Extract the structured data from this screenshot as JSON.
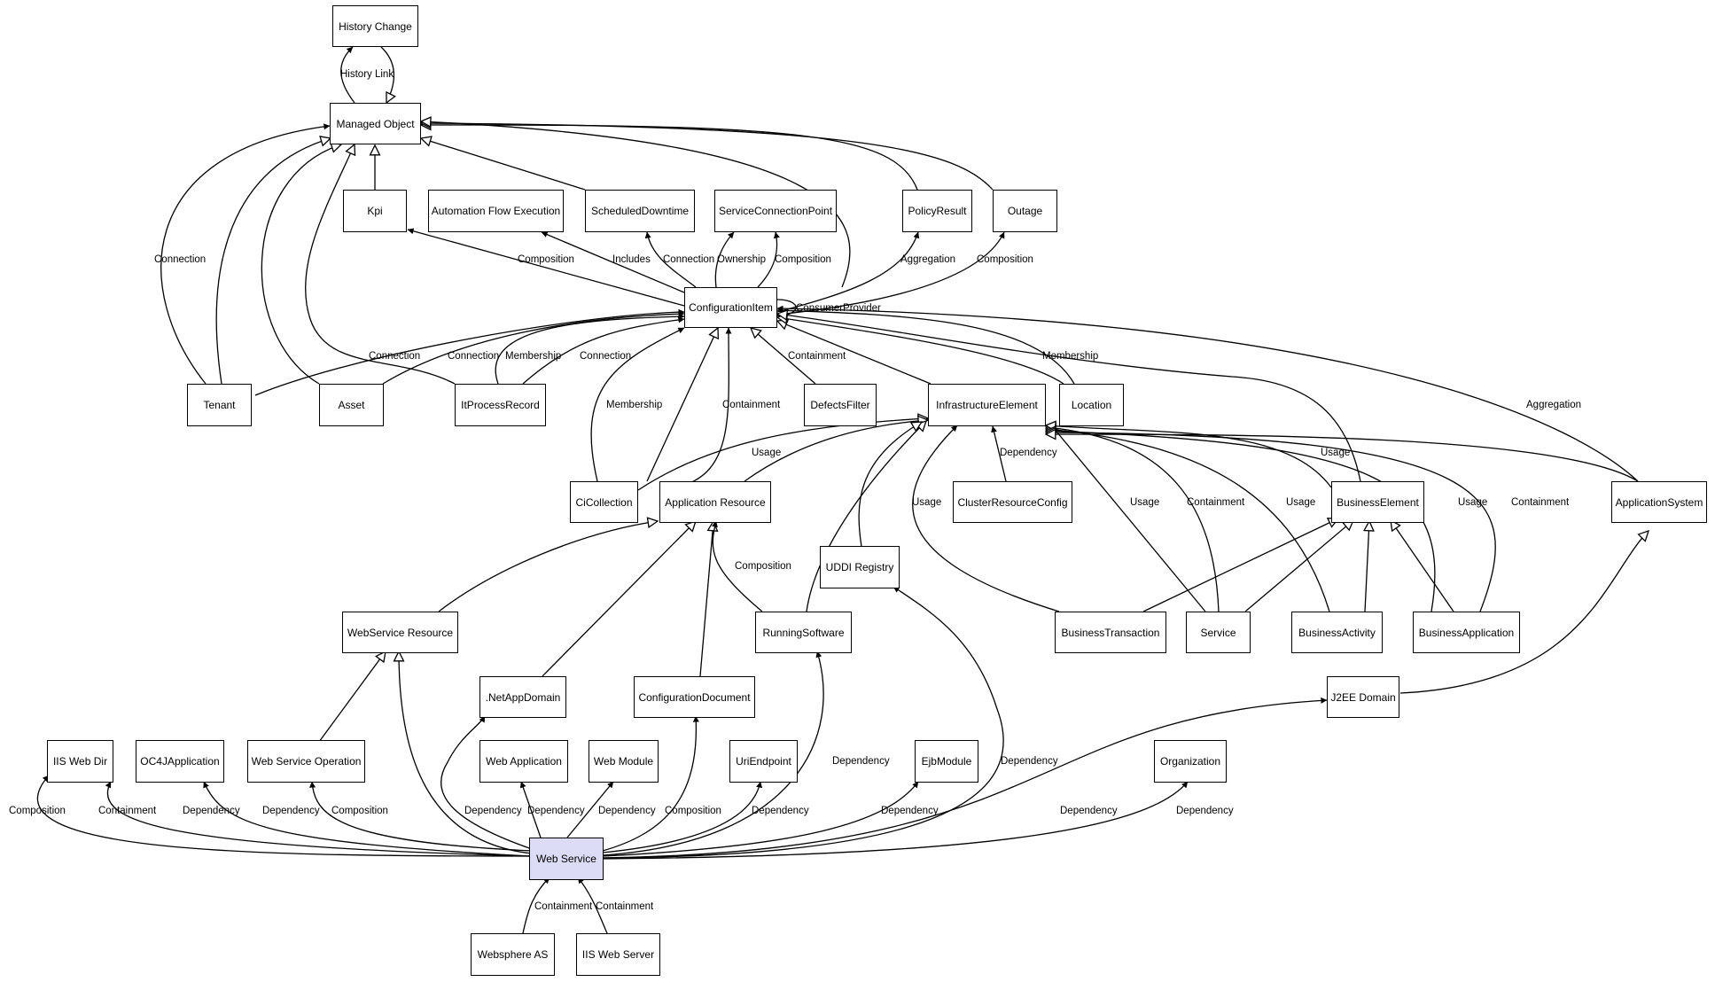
{
  "colors": {
    "edge": "#000000",
    "node_border": "#000000",
    "node_fill": "#ffffff",
    "highlight_fill": "#dcdcf6"
  },
  "nodes": {
    "history_change": "History Change",
    "managed_object": "Managed Object",
    "kpi": "Kpi",
    "automation_flow_execution": "Automation Flow Execution",
    "scheduled_downtime": "ScheduledDowntime",
    "service_connection_point": "ServiceConnectionPoint",
    "policy_result": "PolicyResult",
    "outage": "Outage",
    "configuration_item": "ConfigurationItem",
    "tenant": "Tenant",
    "asset": "Asset",
    "it_process_record": "ItProcessRecord",
    "defects_filter": "DefectsFilter",
    "infrastructure_element": "InfrastructureElement",
    "location": "Location",
    "ci_collection": "CiCollection",
    "application_resource": "Application Resource",
    "cluster_resource_config": "ClusterResourceConfig",
    "business_element": "BusinessElement",
    "application_system": "ApplicationSystem",
    "uddi_registry": "UDDI Registry",
    "webservice_resource": "WebService Resource",
    "running_software": "RunningSoftware",
    "business_transaction": "BusinessTransaction",
    "service": "Service",
    "business_activity": "BusinessActivity",
    "business_application": "BusinessApplication",
    "netapp_domain": ".NetAppDomain",
    "configuration_document": "ConfigurationDocument",
    "j2ee_domain": "J2EE Domain",
    "iis_web_dir": "IIS Web Dir",
    "oc4j_application": "OC4JApplication",
    "web_service_operation": "Web Service Operation",
    "web_application": "Web Application",
    "web_module": "Web Module",
    "uri_endpoint": "UriEndpoint",
    "ejb_module": "EjbModule",
    "organization": "Organization",
    "web_service": "Web Service",
    "websphere_as": "Websphere AS",
    "iis_web_server": "IIS Web Server"
  },
  "edge_labels": {
    "history_link": "History Link",
    "conn_tenant_mo": "Connection",
    "comp_kpi": "Composition",
    "includes": "Includes",
    "conn_sd": "Connection",
    "ownership": "Ownership",
    "comp_scp": "Composition",
    "aggregation_pr": "Aggregation",
    "comp_outage": "Composition",
    "consumer_provider": "ConsumerProvider",
    "conn_tenant_ci": "Connection",
    "conn_asset_ci": "Connection",
    "membership_ipr": "Membership",
    "conn_ipr_ci": "Connection",
    "containment_df": "Containment",
    "membership_loc": "Membership",
    "membership_cic": "Membership",
    "containment_cic": "Containment",
    "usage_cic": "Usage",
    "dependency_crc": "Dependency",
    "usage_bt": "Usage",
    "usage_svc": "Usage",
    "containment_svc": "Containment",
    "usage_ba": "Usage",
    "usage_be": "Usage",
    "usage_bapp": "Usage",
    "containment_bapp": "Containment",
    "aggregation_as": "Aggregation",
    "composition_rs": "Composition",
    "ws_composition_iis": "Composition",
    "ws_containment_iis": "Containment",
    "ws_dependency_oc4j": "Dependency",
    "ws_dependency_oc4j2": "Dependency",
    "ws_composition_wso": "Composition",
    "ws_dependency_net": "Dependency",
    "ws_dependency_wa": "Dependency",
    "ws_dependency_wm": "Dependency",
    "ws_composition_cd": "Composition",
    "ws_dependency_uri": "Dependency",
    "ws_dependency_rs": "Dependency",
    "ws_dependency_ejb": "Dependency",
    "ws_dependency_uddi": "Dependency",
    "ws_dependency_j2ee": "Dependency",
    "ws_dependency_org": "Dependency",
    "containment_was": "Containment",
    "containment_iisws": "Containment"
  }
}
